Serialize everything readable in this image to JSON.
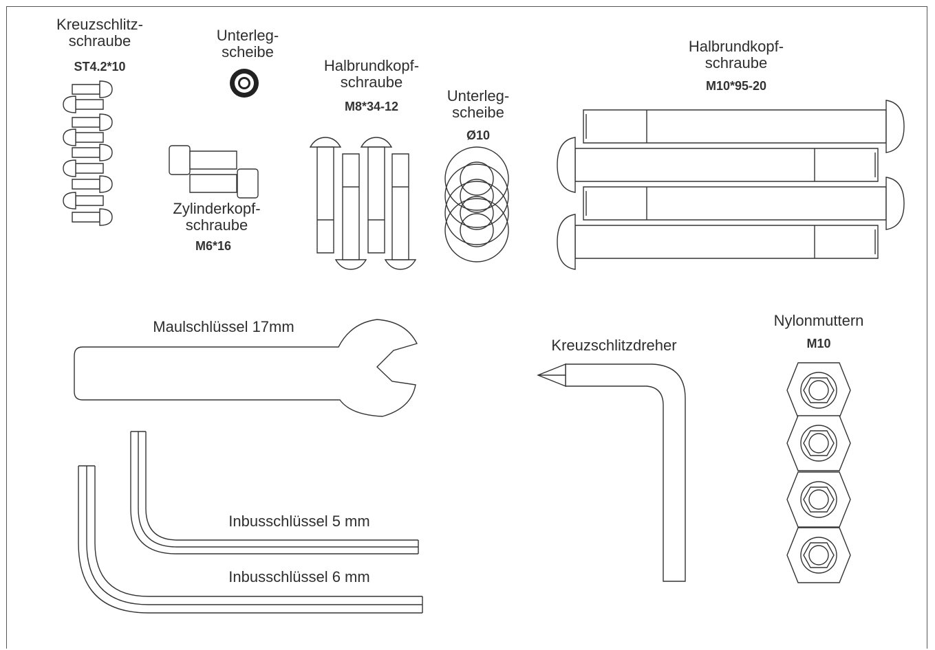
{
  "parts": {
    "kreuzschlitzschraube": {
      "name_line1": "Kreuzschlitz-",
      "name_line2": "schraube",
      "code": "ST4.2*10"
    },
    "unterlegscheibe_small": {
      "name_line1": "Unterleg-",
      "name_line2": "scheibe"
    },
    "zylinderkopfschraube": {
      "name_line1": "Zylinderkopf-",
      "name_line2": "schraube",
      "code": "M6*16"
    },
    "halbrundkopfschraube_m8": {
      "name_line1": "Halbrundkopf-",
      "name_line2": "schraube",
      "code": "M8*34-12"
    },
    "unterlegscheibe_d10": {
      "name_line1": "Unterleg-",
      "name_line2": "scheibe",
      "code": "Ø10"
    },
    "halbrundkopfschraube_m10": {
      "name_line1": "Halbrundkopf-",
      "name_line2": "schraube",
      "code": "M10*95-20"
    },
    "maulschluessel": {
      "name": "Maulschlüssel 17mm"
    },
    "kreuzschlitzdreher": {
      "name": "Kreuzschlitzdreher"
    },
    "nylonmuttern": {
      "name": "Nylonmuttern",
      "code": "M10"
    },
    "inbus5": {
      "name": "Inbusschlüssel 5 mm"
    },
    "inbus6": {
      "name": "Inbusschlüssel 6 mm"
    }
  },
  "colors": {
    "line": "#333333",
    "background": "#ffffff",
    "frame": "#555555"
  }
}
